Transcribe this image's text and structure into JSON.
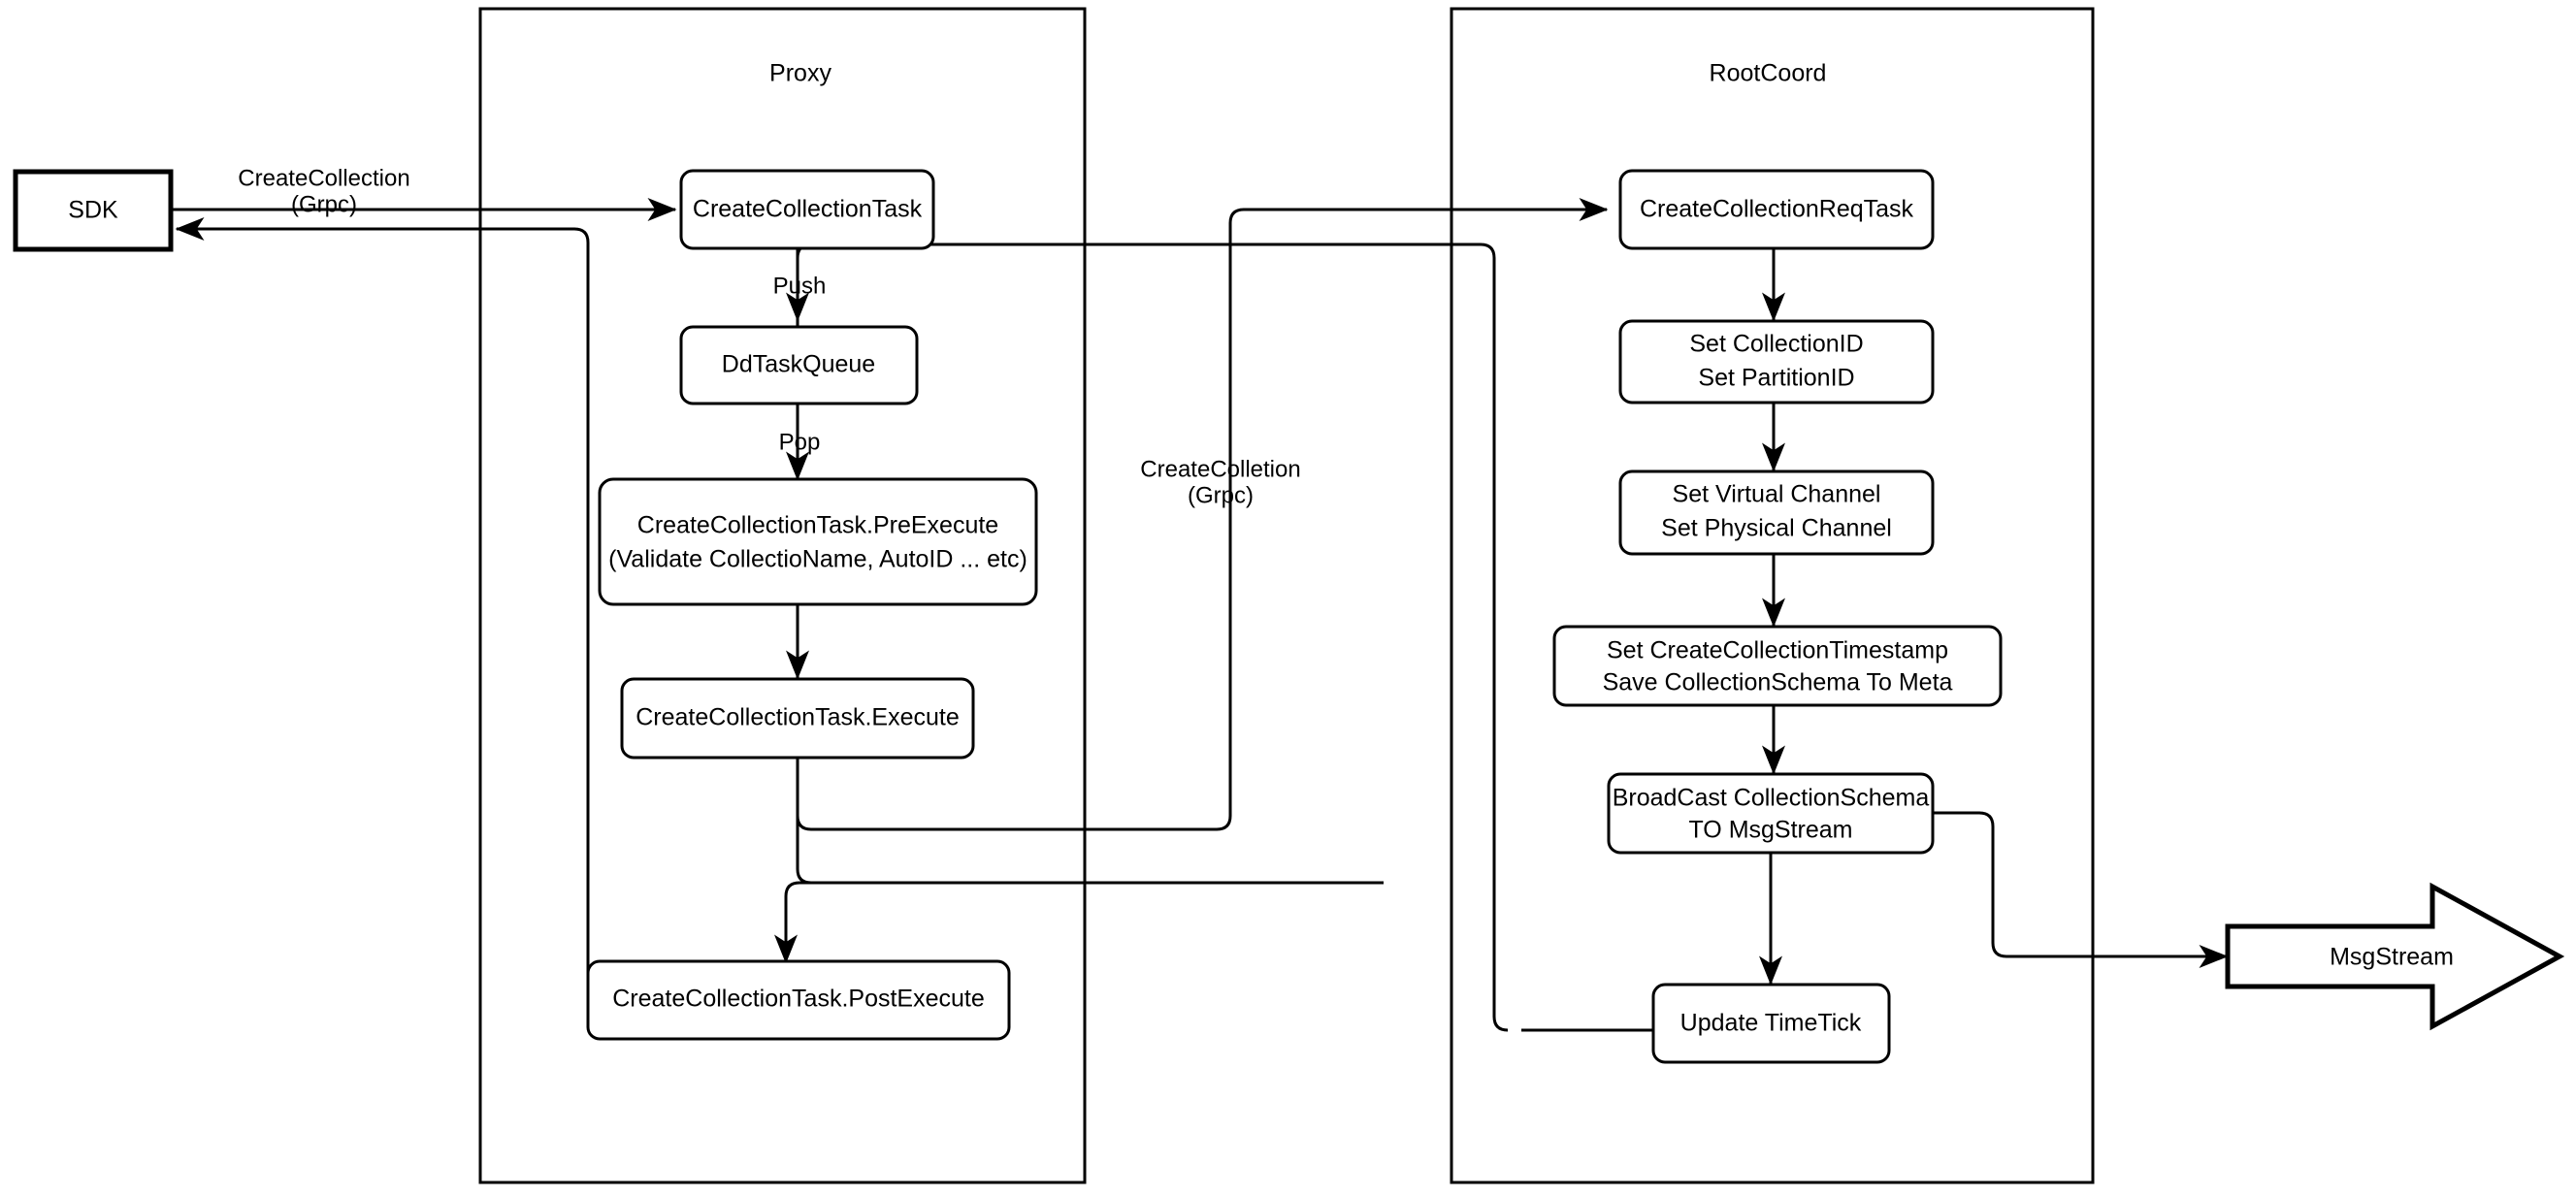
{
  "diagram": {
    "title_present": false,
    "colors": {
      "stroke": "#000000",
      "fill": "#ffffff",
      "text": "#000000"
    },
    "containers": [
      {
        "id": "proxy",
        "label": "Proxy"
      },
      {
        "id": "rootcoord",
        "label": "RootCoord"
      }
    ],
    "nodes": {
      "sdk": {
        "label": "SDK"
      },
      "create_collection_task": {
        "label": "CreateCollectionTask"
      },
      "dd_task_queue": {
        "label": "DdTaskQueue"
      },
      "pre_execute": {
        "line1": "CreateCollectionTask.PreExecute",
        "line2": "(Validate CollectioName, AutoID ... etc)"
      },
      "execute": {
        "label": "CreateCollectionTask.Execute"
      },
      "post_execute": {
        "label": "CreateCollectionTask.PostExecute"
      },
      "create_collection_req_task": {
        "label": "CreateCollectionReqTask"
      },
      "set_ids": {
        "line1": "Set CollectionID",
        "line2": "Set PartitionID"
      },
      "set_channels": {
        "line1": "Set Virtual Channel",
        "line2": "Set Physical Channel"
      },
      "set_timestamp": {
        "line1": "Set CreateCollectionTimestamp",
        "line2": "Save CollectionSchema To Meta"
      },
      "broadcast": {
        "line1": "BroadCast CollectionSchema",
        "line2": "TO MsgStream"
      },
      "update_timetick": {
        "label": "Update TimeTick"
      },
      "msgstream": {
        "label": "MsgStream"
      }
    },
    "edge_labels": {
      "sdk_to_proxy": {
        "line1": "CreateCollection",
        "line2": "(Grpc)"
      },
      "push": "Push",
      "pop": "Pop",
      "proxy_to_rootcoord": {
        "line1": "CreateColletion",
        "line2": "(Grpc)"
      }
    }
  }
}
